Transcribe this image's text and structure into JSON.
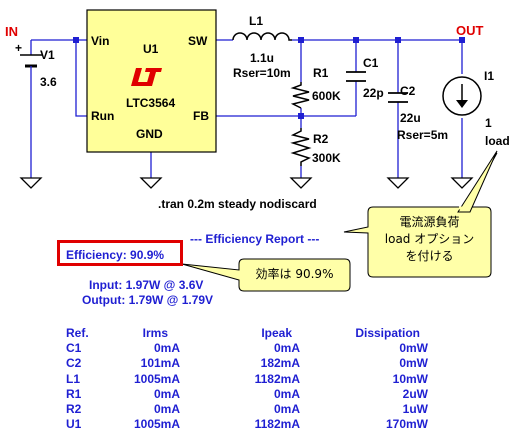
{
  "schematic": {
    "nets": {
      "in": "IN",
      "out": "OUT"
    },
    "v1": {
      "name": "V1",
      "value": "3.6"
    },
    "u1": {
      "name": "U1",
      "part": "LTC3564",
      "pin_vin": "Vin",
      "pin_sw": "SW",
      "pin_run": "Run",
      "pin_fb": "FB",
      "pin_gnd": "GND"
    },
    "l1": {
      "name": "L1",
      "value": "1.1u",
      "rser": "Rser=10m"
    },
    "r1": {
      "name": "R1",
      "value": "600K"
    },
    "r2": {
      "name": "R2",
      "value": "300K"
    },
    "c1": {
      "name": "C1",
      "value": "22p"
    },
    "c2": {
      "name": "C2",
      "value": "22u",
      "rser": "Rser=5m"
    },
    "i1": {
      "name": "I1",
      "value": "1",
      "option": "load"
    },
    "directive": ".tran 0.2m steady nodiscard"
  },
  "callouts": {
    "load_note": [
      "電流源負荷",
      "load オプション",
      "を付ける"
    ],
    "efficiency_note": "効率は 90.9%"
  },
  "report": {
    "title": "--- Efficiency Report ---",
    "efficiency": "Efficiency: 90.9%",
    "input": "Input: 1.97W @ 3.6V",
    "output": "Output: 1.79W @ 1.79V",
    "headers": [
      "Ref.",
      "Irms",
      "Ipeak",
      "Dissipation"
    ],
    "rows": [
      [
        "C1",
        "0mA",
        "0mA",
        "0mW"
      ],
      [
        "C2",
        "101mA",
        "182mA",
        "0mW"
      ],
      [
        "L1",
        "1005mA",
        "1182mA",
        "10mW"
      ],
      [
        "R1",
        "0mA",
        "0mA",
        "2uW"
      ],
      [
        "R2",
        "0mA",
        "0mA",
        "1uW"
      ],
      [
        "U1",
        "1005mA",
        "1182mA",
        "170mW"
      ]
    ]
  },
  "colors": {
    "wire": "#1f1fd2",
    "net": "#e00000",
    "ic_fill": "#ffff99",
    "logo": "#e00000",
    "callout_fill": "#ffffa8",
    "highlight": "#e00000"
  }
}
